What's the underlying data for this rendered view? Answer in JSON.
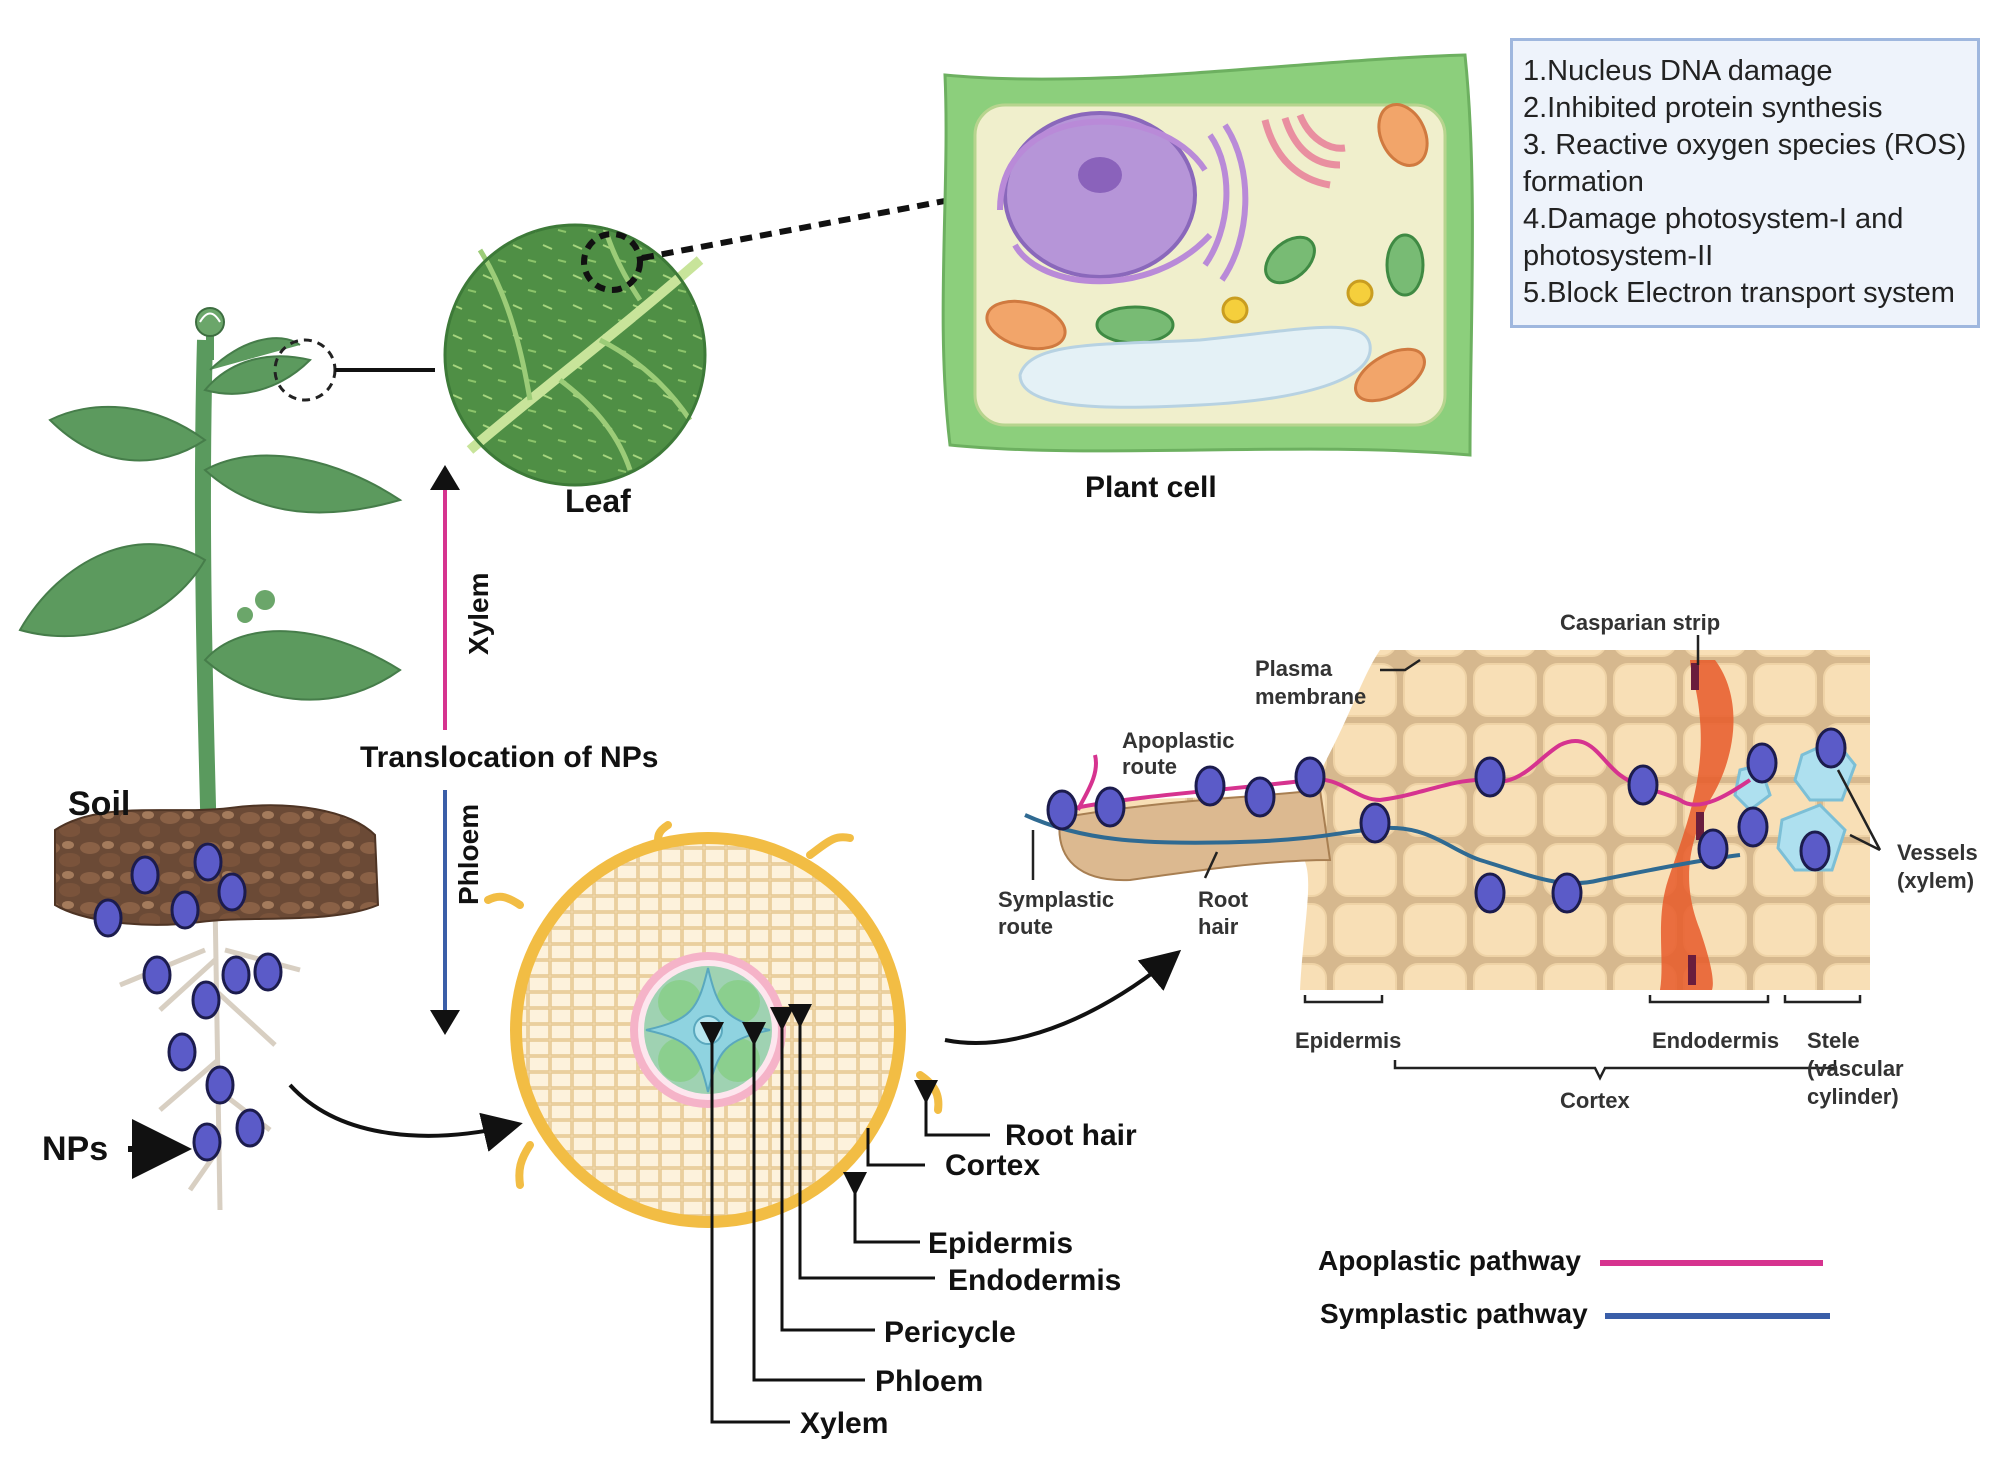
{
  "effects": [
    "1.Nucleus DNA damage",
    "2.Inhibited protein synthesis",
    "3. Reactive oxygen species (ROS) formation",
    "4.Damage photosystem-I and photosystem-II",
    "5.Block Electron transport system"
  ],
  "labels": {
    "leaf": "Leaf",
    "plant_cell": "Plant cell",
    "soil": "Soil",
    "nps": "NPs",
    "xylem_vertical": "Xylem",
    "phloem_vertical": "Phloem",
    "translocation": "Translocation of NPs"
  },
  "root_section": {
    "root_hair": "Root hair",
    "cortex": "Cortex",
    "epidermis": "Epidermis",
    "endodermis": "Endodermis",
    "pericycle": "Pericycle",
    "phloem": "Phloem",
    "xylem": "Xylem"
  },
  "pathway_diagram": {
    "casparian_strip": "Casparian strip",
    "plasma_membrane_1": "Plasma",
    "plasma_membrane_2": "membrane",
    "apoplastic_route_1": "Apoplastic",
    "apoplastic_route_2": "route",
    "symplastic_route_1": "Symplastic",
    "symplastic_route_2": "route",
    "root_hair_1": "Root",
    "root_hair_2": "hair",
    "vessels_1": "Vessels",
    "vessels_2": "(xylem)",
    "epidermis": "Epidermis",
    "endodermis": "Endodermis",
    "stele_1": "Stele",
    "stele_2": "(vascular",
    "stele_3": "cylinder)",
    "cortex": "Cortex"
  },
  "legend": {
    "apoplastic": "Apoplastic pathway",
    "symplastic": "Symplastic pathway",
    "apoplastic_color": "#d6338f",
    "symplastic_color": "#3a5ea8"
  },
  "colors": {
    "stem": "#5a9a5e",
    "soil": "#6b4a36",
    "np_fill": "#5b5bc8",
    "cell_wall": "#8ccf7c",
    "root_ring": "#f2bd44"
  }
}
